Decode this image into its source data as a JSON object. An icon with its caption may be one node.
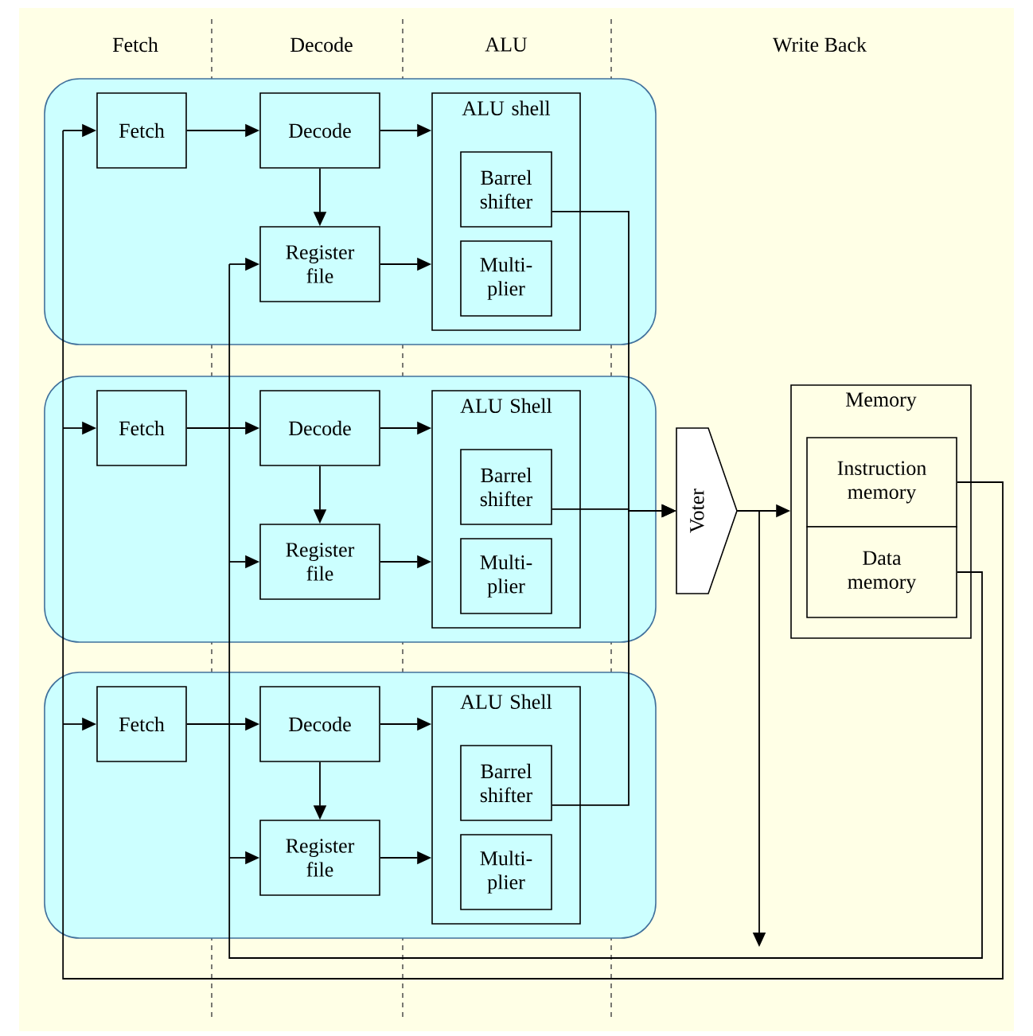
{
  "diagram": {
    "nodes": [
      {
        "text": [],
        "shape": "box"
      },
      {
        "text": [
          "Fetch"
        ],
        "in": 0
      },
      {
        "text": [
          "Decode"
        ],
        "in": 0
      },
      {
        "text": [
          "Register file"
        ],
        "in": 0
      },
      {
        "text": [
          "ALU shell"
        ],
        "in": 0
      },
      {
        "text": [
          "Barrel shifter"
        ],
        "in": 4
      },
      {
        "text": [
          "Multi- plier"
        ],
        "in": 4
      },
      {
        "text": [],
        "shape": "box"
      },
      {
        "text": [
          "Fetch"
        ],
        "in": 7
      },
      {
        "text": [
          "Decode"
        ],
        "in": 7
      },
      {
        "text": [
          "Register file"
        ],
        "in": 7
      },
      {
        "text": [
          "ALU Shell"
        ],
        "in": 7
      },
      {
        "text": [
          "Barrel shifter"
        ],
        "in": 11
      },
      {
        "text": [
          "Multi- plier"
        ],
        "in": 11
      },
      {
        "text": [],
        "shape": "box"
      },
      {
        "text": [
          "Fetch"
        ],
        "in": 14
      },
      {
        "text": [
          "Decode"
        ],
        "in": 14
      },
      {
        "text": [
          "Register file"
        ],
        "in": 14
      },
      {
        "text": [
          "ALU Shell"
        ],
        "in": 14
      },
      {
        "text": [
          "Barrel shifter"
        ],
        "in": 18
      },
      {
        "text": [
          "Multi- plier"
        ],
        "in": 18
      },
      {
        "text": [
          "Voter"
        ]
      },
      {
        "text": [
          "Memory"
        ]
      },
      {
        "text": [
          "Instruction memory"
        ],
        "in": 22
      },
      {
        "text": [
          "Data memory"
        ],
        "in": 22
      }
    ],
    "edges": [
      {
        "from": 1,
        "to": 2,
        "arrow": "to"
      },
      {
        "from": 2,
        "to": 4,
        "arrow": "to"
      },
      {
        "from": 2,
        "to": 3,
        "arrow": "to"
      },
      {
        "from": 3,
        "to": 4,
        "arrow": "to"
      },
      {
        "from": 8,
        "to": 9,
        "arrow": "to"
      },
      {
        "from": 9,
        "to": 11,
        "arrow": "to"
      },
      {
        "from": 9,
        "to": 10,
        "arrow": "to"
      },
      {
        "from": 10,
        "to": 11,
        "arrow": "to"
      },
      {
        "from": 15,
        "to": 16,
        "arrow": "to"
      },
      {
        "from": 16,
        "to": 18,
        "arrow": "to"
      },
      {
        "from": 16,
        "to": 17,
        "arrow": "to"
      },
      {
        "from": 17,
        "to": 18,
        "arrow": "to"
      },
      {
        "from": 5,
        "to": 21,
        "arrow": "to"
      },
      {
        "from": 12,
        "to": 21,
        "arrow": "to"
      },
      {
        "from": 19,
        "to": 21,
        "arrow": "to"
      },
      {
        "from": 21,
        "to": 22,
        "arrow": "to"
      },
      {
        "from": 21,
        "to": null,
        "arrow": "to"
      },
      {
        "from": 23,
        "to": 1,
        "arrow": "to"
      },
      {
        "from": 23,
        "to": 8,
        "arrow": "to"
      },
      {
        "from": 23,
        "to": 15,
        "arrow": "to"
      },
      {
        "from": 24,
        "to": 3,
        "arrow": "to"
      },
      {
        "from": 24,
        "to": 10,
        "arrow": "to"
      },
      {
        "from": 24,
        "to": 17,
        "arrow": "to"
      }
    ],
    "labels": [
      "Fetch",
      "Decode",
      "ALU",
      "Write Back"
    ]
  }
}
